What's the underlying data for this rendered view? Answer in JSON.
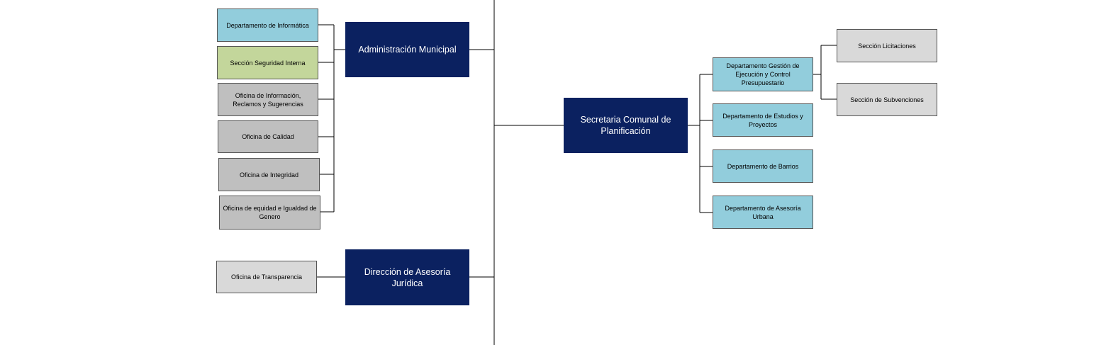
{
  "colors": {
    "navy": "#0b2160",
    "light_blue": "#92cddc",
    "light_green": "#c3d69b",
    "gray": "#bfbfbf",
    "light_gray": "#d9d9d9",
    "line": "#000000"
  },
  "units": {
    "administracion": {
      "title": "Administración Municipal",
      "children": [
        "Departamento de Informática",
        "Sección Seguridad Interna",
        "Oficina de Información, Reclamos y Sugerencias",
        "Oficina de Calidad",
        "Oficina de Integridad",
        "Oficina de equidad e Igualdad de Genero"
      ]
    },
    "asesoria_juridica": {
      "title": "Dirección de Asesoría Jurídica",
      "children": [
        "Oficina de Transparencia"
      ]
    },
    "secplan": {
      "title": "Secretaria Comunal de Planificación",
      "children": [
        "Departamento Gestión de Ejecución y Control Presupuestario",
        "Departamento de Estudios y Proyectos",
        "Departamento de Barrios",
        "Departamento de Asesoría Urbana"
      ],
      "grandchildren": [
        "Sección Licitaciones",
        "Sección de Subvenciones"
      ]
    }
  }
}
